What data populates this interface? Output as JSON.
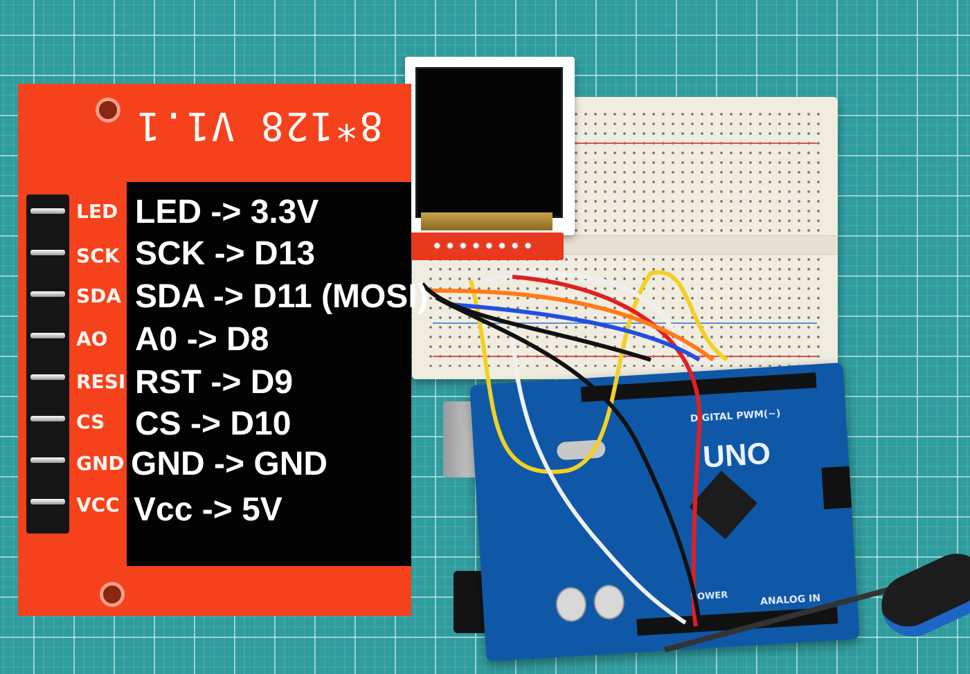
{
  "shield": {
    "title": "8*128 V1.1",
    "silk_labels": [
      "LED",
      "SCK",
      "SDA",
      "AO",
      "RESI",
      "CS",
      "GND",
      "VCC"
    ]
  },
  "wiring": {
    "lines": [
      "LED -> 3.3V",
      "SCK -> D13",
      "SDA -> D11 (MOSI)",
      "A0 -> D8",
      "RST -> D9",
      "CS -> D10",
      "GND -> GND",
      "Vcc -> 5V"
    ]
  },
  "arduino": {
    "board_label": "UNO",
    "digital_label": "DIGITAL PWM(~)",
    "analog_label": "ANALOG IN",
    "power_label": "POWER"
  },
  "colors": {
    "shield_red": "#f6421c",
    "mat_teal": "#2f9c9e",
    "board_blue": "#0f58a8",
    "wire_red": "#e02020",
    "wire_yellow": "#f2d024",
    "wire_blue": "#2050e0",
    "wire_white": "#f0f0f0",
    "wire_black": "#111111",
    "wire_orange": "#ff7a1a"
  }
}
